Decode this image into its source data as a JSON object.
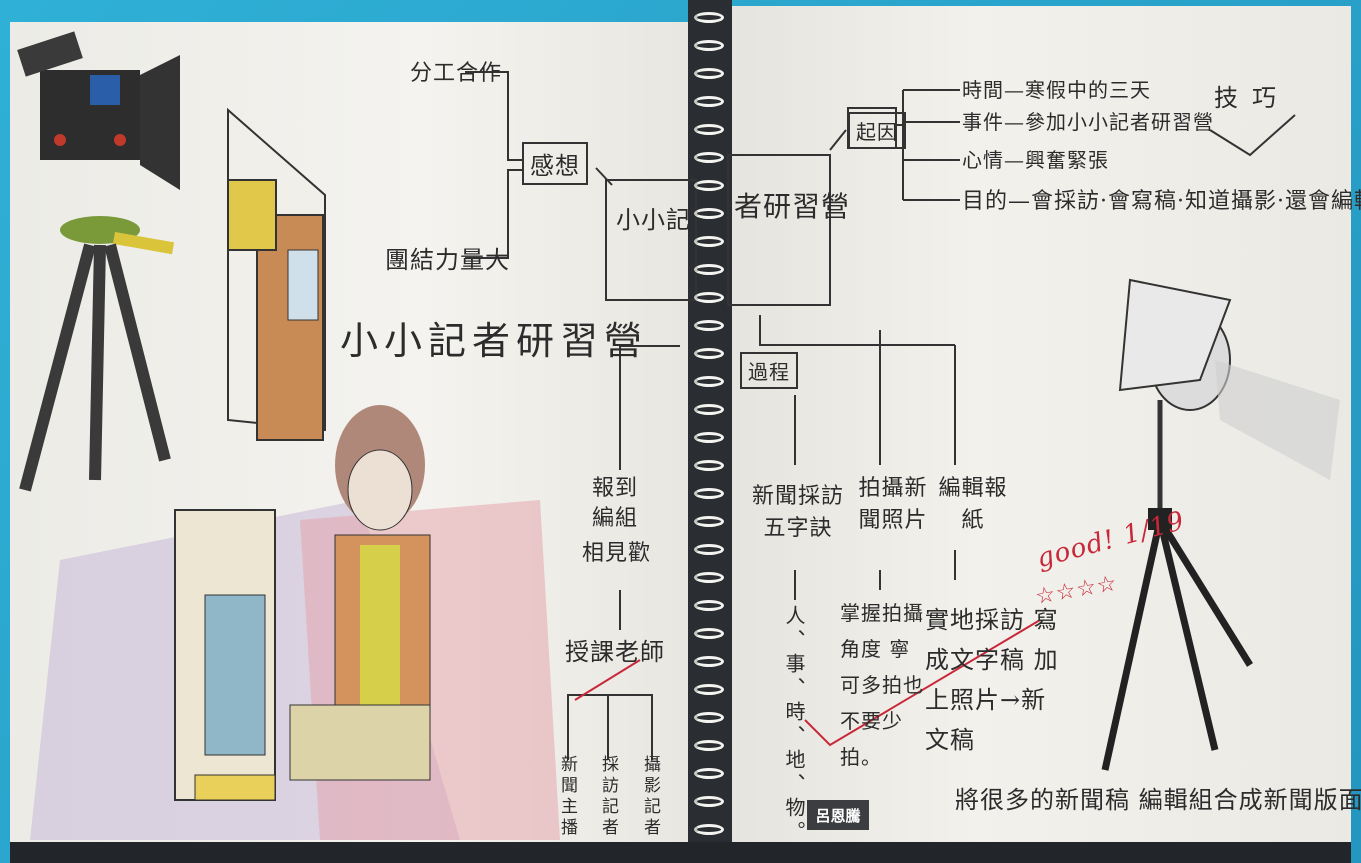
{
  "left_page": {
    "title": "小小記者研習營",
    "feelings": {
      "label": "感想",
      "items": [
        "分工合作",
        "團結力量大"
      ]
    },
    "center_part": "小小記",
    "first_day": [
      "報到",
      "編組",
      "相見歡"
    ],
    "class_label": "授課老師",
    "teachers": [
      "新聞主播",
      "採訪記者",
      "攝影記者"
    ]
  },
  "right_page": {
    "center_part": "者研習營",
    "cause": {
      "label": "起因",
      "items": [
        "時間—寒假中的三天",
        "事件—參加小小記者研習營",
        "心情—興奮緊張",
        "目的—會採訪·會寫稿·知道攝影·還會編輯"
      ]
    },
    "skills_label": "技巧",
    "process": {
      "label": "過程",
      "branches": [
        {
          "title": "新聞採訪五字訣",
          "detail": "人、事、時、地、物。"
        },
        {
          "title": "拍攝新聞照片",
          "detail": "掌握拍攝角度 寧可多拍也不要少拍。"
        },
        {
          "title": "編輯報紙",
          "detail": "實地採訪 寫成文字稿 加上照片→新文稿"
        }
      ]
    },
    "conclusion": "將很多的新聞稿 編輯組合成新聞版面",
    "teacher_note": "good! 1/19",
    "stars": "☆☆☆☆"
  },
  "author_tag": "呂恩騰",
  "colors": {
    "frame": "#2aa2c8",
    "paper": "#f2f1ec",
    "ink": "#2c2c2c",
    "teacher_red": "#c8283a"
  }
}
